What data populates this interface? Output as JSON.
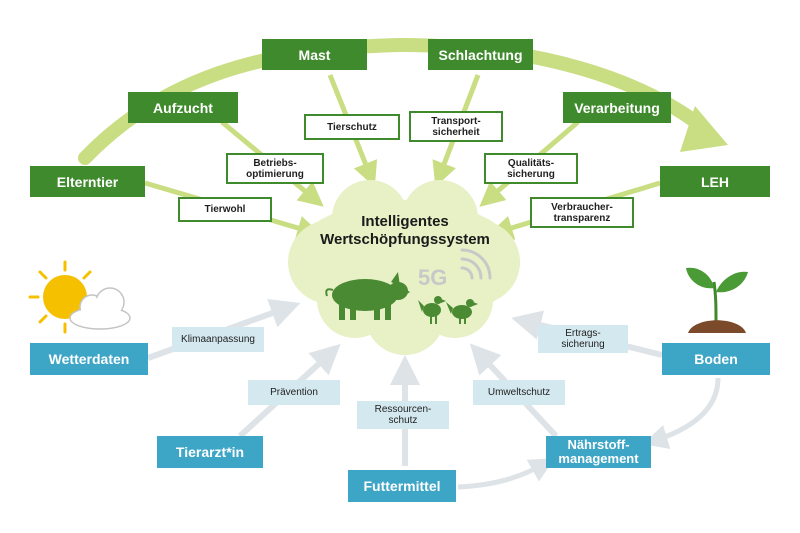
{
  "center": {
    "title": "Intelligentes\nWertschöpfungssystem",
    "badge": "5G"
  },
  "chain": {
    "elterntier": "Elterntier",
    "aufzucht": "Aufzucht",
    "mast": "Mast",
    "schlachtung": "Schlachtung",
    "verarbeitung": "Verarbeitung",
    "leh": "LEH"
  },
  "green_labels": {
    "tierwohl": "Tierwohl",
    "betriebsoptimierung": "Betriebs-\noptimierung",
    "tierschutz": "Tierschutz",
    "transportsicherheit": "Transport-\nsicherheit",
    "qualitaetssicherung": "Qualitäts-\nsicherung",
    "verbrauchertransparenz": "Verbraucher-\ntransparenz"
  },
  "inputs": {
    "wetterdaten": "Wetterdaten",
    "tierarzt": "Tierarzt*in",
    "futtermittel": "Futtermittel",
    "naehrstoff": "Nährstoff-\nmanagement",
    "boden": "Boden"
  },
  "blue_labels": {
    "klimaanpassung": "Klimaanpassung",
    "praevention": "Prävention",
    "ressourcenschutz": "Ressourcen-\nschutz",
    "umweltschutz": "Umweltschutz",
    "ertragssicherung": "Ertrags-\nsicherung"
  },
  "colors": {
    "green": "#3f8a2c",
    "light_green": "#c9dd82",
    "blue": "#3da5c6",
    "light_blue": "#d4e8ef",
    "cloud": "#e8f0c6",
    "arrow_gray": "#dde3e6",
    "sun": "#f5c000"
  }
}
